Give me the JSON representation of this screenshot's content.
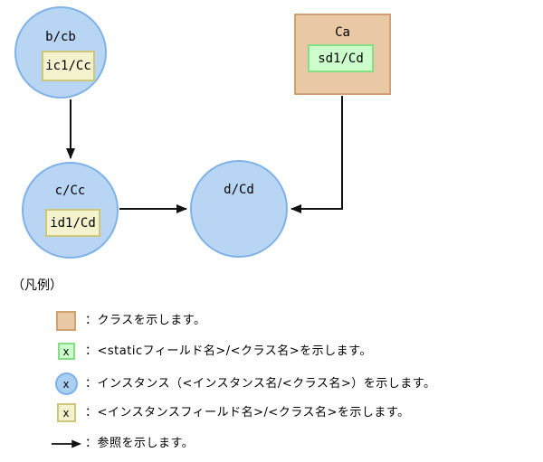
{
  "diagram": {
    "nodes": {
      "instance_b": {
        "label": "b/cb",
        "field_label": "ic1/Cc"
      },
      "class_ca": {
        "label": "Ca",
        "field_label": "sd1/Cd"
      },
      "instance_c": {
        "label": "c/Cc",
        "field_label": "id1/Cd"
      },
      "instance_d": {
        "label": "d/Cd"
      }
    }
  },
  "legend": {
    "title": "（凡例）",
    "items": [
      {
        "icon": "class-square-icon",
        "text": "：クラスを示します。"
      },
      {
        "icon": "static-field-icon",
        "icon_label": "x",
        "text": "：<staticフィールド名>/<クラス名>を示します。"
      },
      {
        "icon": "instance-circle-icon",
        "icon_label": "x",
        "text": "：インスタンス（<インスタンス名/<クラス名>）を示します。"
      },
      {
        "icon": "instance-field-icon",
        "icon_label": "x",
        "text": "：<インスタンスフィールド名>/<クラス名>を示します。"
      },
      {
        "icon": "reference-arrow-icon",
        "text": "：参照を示します。"
      }
    ]
  },
  "colors": {
    "instance_fill": "#b8d6f4",
    "instance_border": "#7fb2e8",
    "class_fill": "#e9c9a5",
    "class_border": "#d0a172",
    "instance_field_fill": "#f5f3cd",
    "instance_field_border": "#cdc77b",
    "static_field_fill": "#cdffcd",
    "static_field_border": "#86dd86",
    "reference_line": "#111111"
  }
}
